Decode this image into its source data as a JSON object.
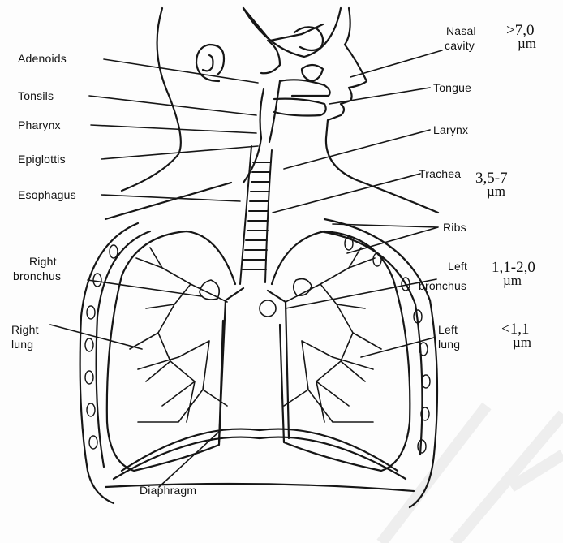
{
  "labels": {
    "adenoids": "Adenoids",
    "tonsils": "Tonsils",
    "pharynx": "Pharynx",
    "epiglottis": "Epiglottis",
    "esophagus": "Esophagus",
    "right_bronchus_1": "Right",
    "right_bronchus_2": "bronchus",
    "right_lung_1": "Right",
    "right_lung_2": "lung",
    "diaphragm": "Diaphragm",
    "nasal_cavity_1": "Nasal",
    "nasal_cavity_2": "cavity",
    "tongue": "Tongue",
    "larynx": "Larynx",
    "trachea": "Trachea",
    "ribs": "Ribs",
    "left_bronchus_1": "Left",
    "left_bronchus_2": "bronchus",
    "left_lung_1": "Left",
    "left_lung_2": "lung"
  },
  "particle_sizes": {
    "nasal_cavity": {
      "value": ">7,0",
      "unit": "µm"
    },
    "trachea": {
      "value": "3,5-7",
      "unit": "µm"
    },
    "left_bronchus": {
      "value": "1,1-2,0",
      "unit": "µm"
    },
    "left_lung": {
      "value": "<1,1",
      "unit": "µm"
    }
  },
  "colors": {
    "ink": "#161616",
    "paper": "#fdfdfd",
    "watermark": "#eeeeee"
  }
}
